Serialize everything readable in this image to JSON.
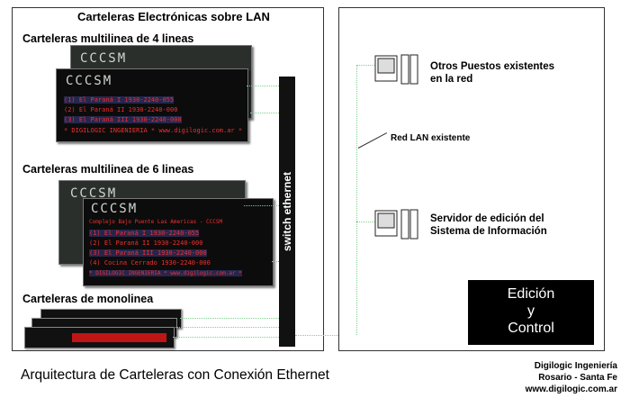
{
  "left_panel": {
    "title": "Carteleras Electrónicas sobre LAN",
    "section_4": "Carteleras multilinea de 4 lineas",
    "section_6": "Carteleras multilinea de 6 lineas",
    "section_mono": "Carteleras de monolinea"
  },
  "board_4": {
    "logo": "CCCSM",
    "rows": [
      "(1) El Paraná I       1930-2240-055",
      "(2) El Paraná II      1930-2240-000",
      "(3) El Paraná III     1930-2240-000",
      "* DIGILOGIC INGENIERIA * www.digilogic.com.ar *"
    ]
  },
  "board_6": {
    "logo": "CCCSM",
    "rows": [
      "Complejo Bajo Puente Las Americas - CCCSM",
      "(1) El Paraná I       1930-2240-055",
      "(2) El Paraná II      1930-2240-000",
      "(3) El Paraná III     1930-2240-000",
      "(4) Cocina Cerrado    1930-2240-000",
      "* DIGILOGIC INGENIERIA * www.digilogic.com.ar *"
    ]
  },
  "switch_label": "switch ethernet",
  "network": {
    "lan_label": "Red LAN existente",
    "pc1_label": [
      "Otros Puestos existentes",
      "en la red"
    ],
    "pc2_label": [
      "Servidor de edición del",
      "Sistema de Información"
    ],
    "control_box": [
      "Edición",
      "y",
      "Control"
    ]
  },
  "footer": {
    "title": "Arquitectura de Carteleras con Conexión Ethernet",
    "company": [
      "Digilogic Ingeniería",
      "Rosario - Santa Fe",
      "www.digilogic.com.ar"
    ]
  },
  "colors": {
    "led": "#f03030",
    "lan_line": "#7fcf8f",
    "switch": "#111111"
  }
}
